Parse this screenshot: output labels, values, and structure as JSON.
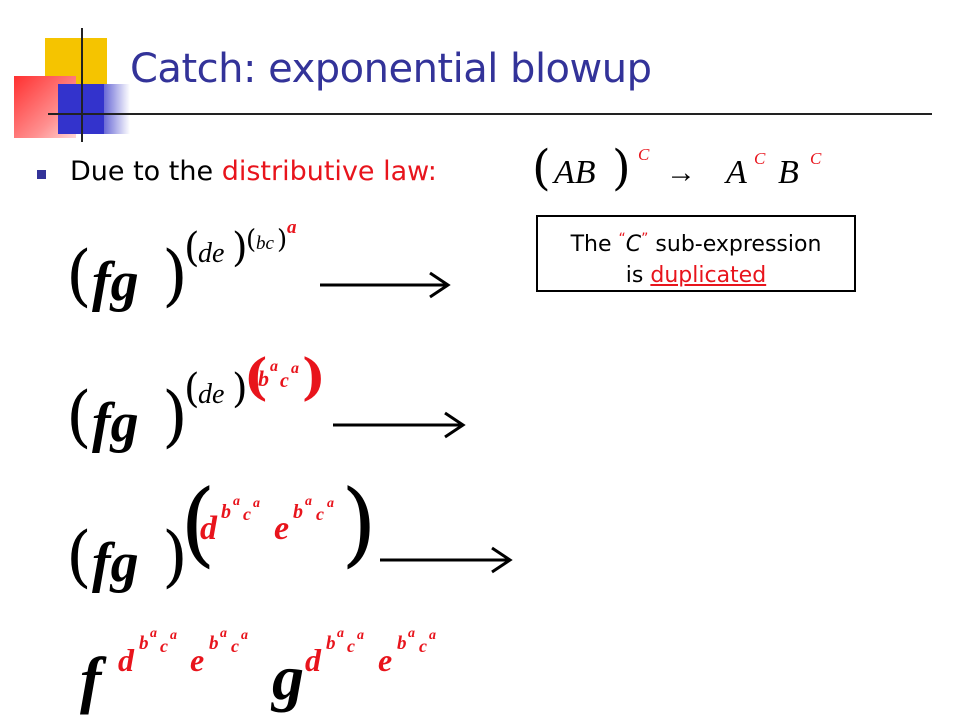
{
  "slide": {
    "title": "Catch: exponential blowup",
    "bullet": {
      "lead": "Due to the",
      "highlight": "distributive law:"
    },
    "law": {
      "lhs_base": "AB",
      "lhs_exp": "C",
      "arrow": "→",
      "rhs_a": "A",
      "rhs_a_exp": "C",
      "rhs_b": "B",
      "rhs_b_exp": "C"
    },
    "callout": {
      "line1_prefix": "The",
      "open_quote": "“",
      "variable": "C",
      "close_quote": "”",
      "line1_suffix": "sub-expression",
      "line2_prefix": "is",
      "line2_link": "duplicated"
    },
    "step1": {
      "base": "fg",
      "exp_base": "de",
      "inner_base": "bc",
      "inner_exp": "a"
    },
    "step2": {
      "base": "fg",
      "exp_base": "de",
      "b": "b",
      "a1": "a",
      "c": "c",
      "a2": "a"
    },
    "step3": {
      "base": "fg",
      "d": "d",
      "e": "e",
      "b": "b",
      "a": "a",
      "c": "c"
    },
    "step4": {
      "f": "f",
      "g": "g",
      "d": "d",
      "e": "e",
      "b": "b",
      "a": "a",
      "c": "c"
    },
    "colors": {
      "title": "#333399",
      "accent": "#e8141c",
      "bullet": "#333399"
    }
  }
}
